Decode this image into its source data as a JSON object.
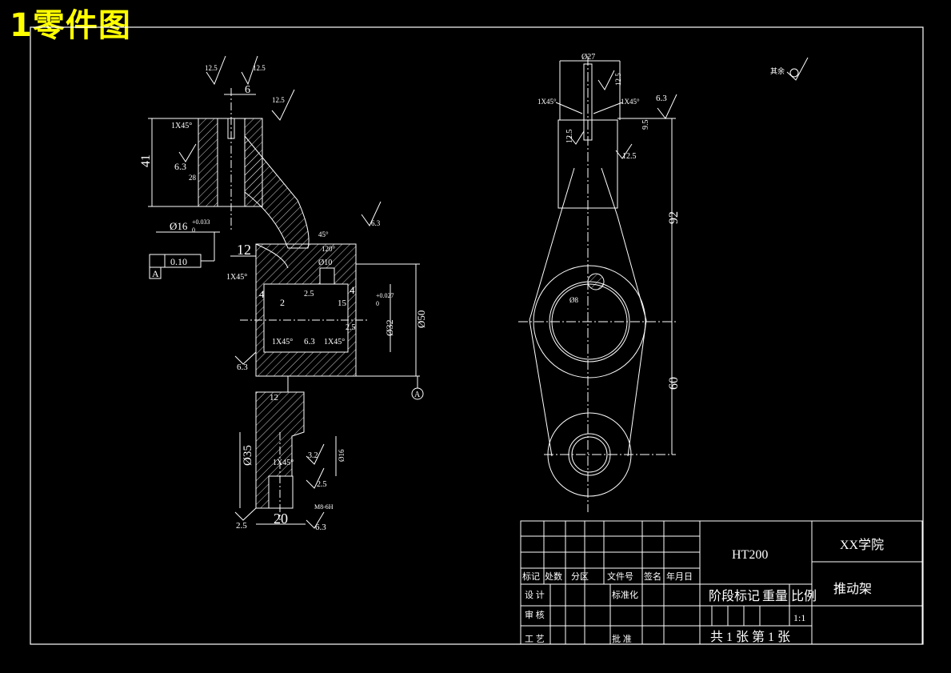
{
  "header": {
    "caption": "1零件图"
  },
  "colors": {
    "background": "#000000",
    "lines": "#ffffff",
    "caption": "#ffff00",
    "hatch": "#ffffff"
  },
  "left_view": {
    "dims": {
      "d41": "41",
      "d6": "6",
      "d12a": "12",
      "d12b": "12",
      "d20": "20",
      "d4a": "4",
      "d4b": "4",
      "d2": "2",
      "d15": "15",
      "d28": "28",
      "d12_5v": "12.5",
      "d10": "10",
      "d35": "Ø35",
      "d50": "Ø50",
      "d16": "Ø16",
      "d16_tol": "+0.033",
      "d16_tol0": "0",
      "d32": "Ø32",
      "d32_tol": "+0.027",
      "d32_tol0": "0",
      "d10b": "Ø10",
      "d16b": "Ø16",
      "ang120": "120°",
      "m8": "M8-6H",
      "dim45": "45°"
    },
    "chamfers": {
      "c1": "1X45°",
      "c2": "1X45°",
      "c3": "1X45°",
      "c4": "1X45°",
      "c5": "1X45°"
    },
    "roughness": {
      "r1": "12.5",
      "r2": "12.5",
      "r3": "12.5",
      "r4": "6.3",
      "r5": "6.3",
      "r6": "2.5",
      "r7": "2.5",
      "r8": "6.3",
      "r9": "6.3",
      "r10": "3.2",
      "r11": "2.5",
      "r12": "2.5",
      "r13": "6.3"
    },
    "tolerance": {
      "value": "0.10",
      "datum": "A",
      "datum_ref": "A"
    }
  },
  "right_view": {
    "dims": {
      "d27": "Ø27",
      "d92": "92",
      "d60": "60",
      "d8": "Ø8",
      "d95": "9.5"
    },
    "chamfers": {
      "c1": "1X45°",
      "c2": "1X45°"
    },
    "roughness": {
      "r1": "12.5",
      "r2": "6.3",
      "r3": "12.5",
      "r4": "12.5"
    },
    "note": "其余"
  },
  "title_block": {
    "material": "HT200",
    "school": "XX学院",
    "part_name": "推动架",
    "header_row": [
      "标记",
      "处数",
      "分区",
      "文件号",
      "签名",
      "年月日"
    ],
    "design": "设 计",
    "standard": "标准化",
    "review": "审 核",
    "process": "工 艺",
    "approve": "批 准",
    "stage_mark": "阶段标记",
    "weight": "重量",
    "scale_label": "比例",
    "scale": "1:1",
    "sheets": "共  1  张    第 1 张"
  }
}
